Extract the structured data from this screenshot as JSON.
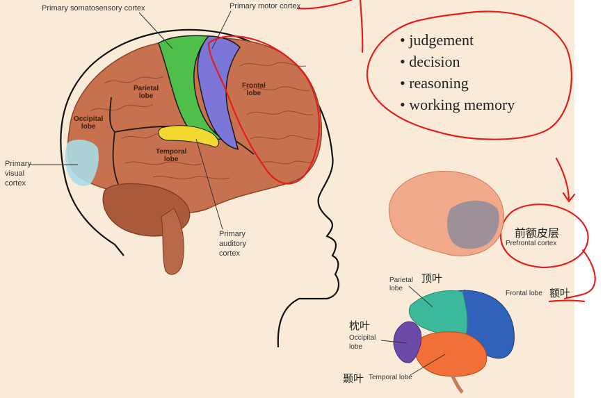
{
  "colors": {
    "background": "#faebd9",
    "annotation": "#e41e1e",
    "somatosensory": "#4dbf4a",
    "motor": "#7b76d8",
    "auditory": "#f2d930",
    "visual": "#a9dde8",
    "brain": "#c8714e"
  },
  "brain_labels": {
    "somatosensory": "Primary somatosensory cortex",
    "motor": "Primary motor cortex",
    "visual_1": "Primary",
    "visual_2": "visual",
    "visual_3": "cortex",
    "auditory_1": "Primary",
    "auditory_2": "auditory",
    "auditory_3": "cortex",
    "parietal_1": "Parietal",
    "parietal_2": "lobe",
    "frontal_1": "Frontal",
    "frontal_2": "lobe",
    "occipital_1": "Occipital",
    "occipital_2": "lobe",
    "temporal_1": "Temporal",
    "temporal_2": "lobe"
  },
  "notes": [
    "judgement",
    "decision",
    "reasoning",
    "working memory"
  ],
  "prefrontal": {
    "chinese": "前额皮层",
    "english": "Prefrontal cortex"
  },
  "lobes_small": {
    "parietal_en_1": "Parietal",
    "parietal_en_2": "lobe",
    "parietal_cn": "顶叶",
    "frontal_en": "Frontal lobe",
    "frontal_cn": "额叶",
    "occipital_cn": "枕叶",
    "occipital_en_1": "Occipital",
    "occipital_en_2": "lobe",
    "temporal_cn": "颞叶",
    "temporal_en": "Temporal lobe"
  }
}
